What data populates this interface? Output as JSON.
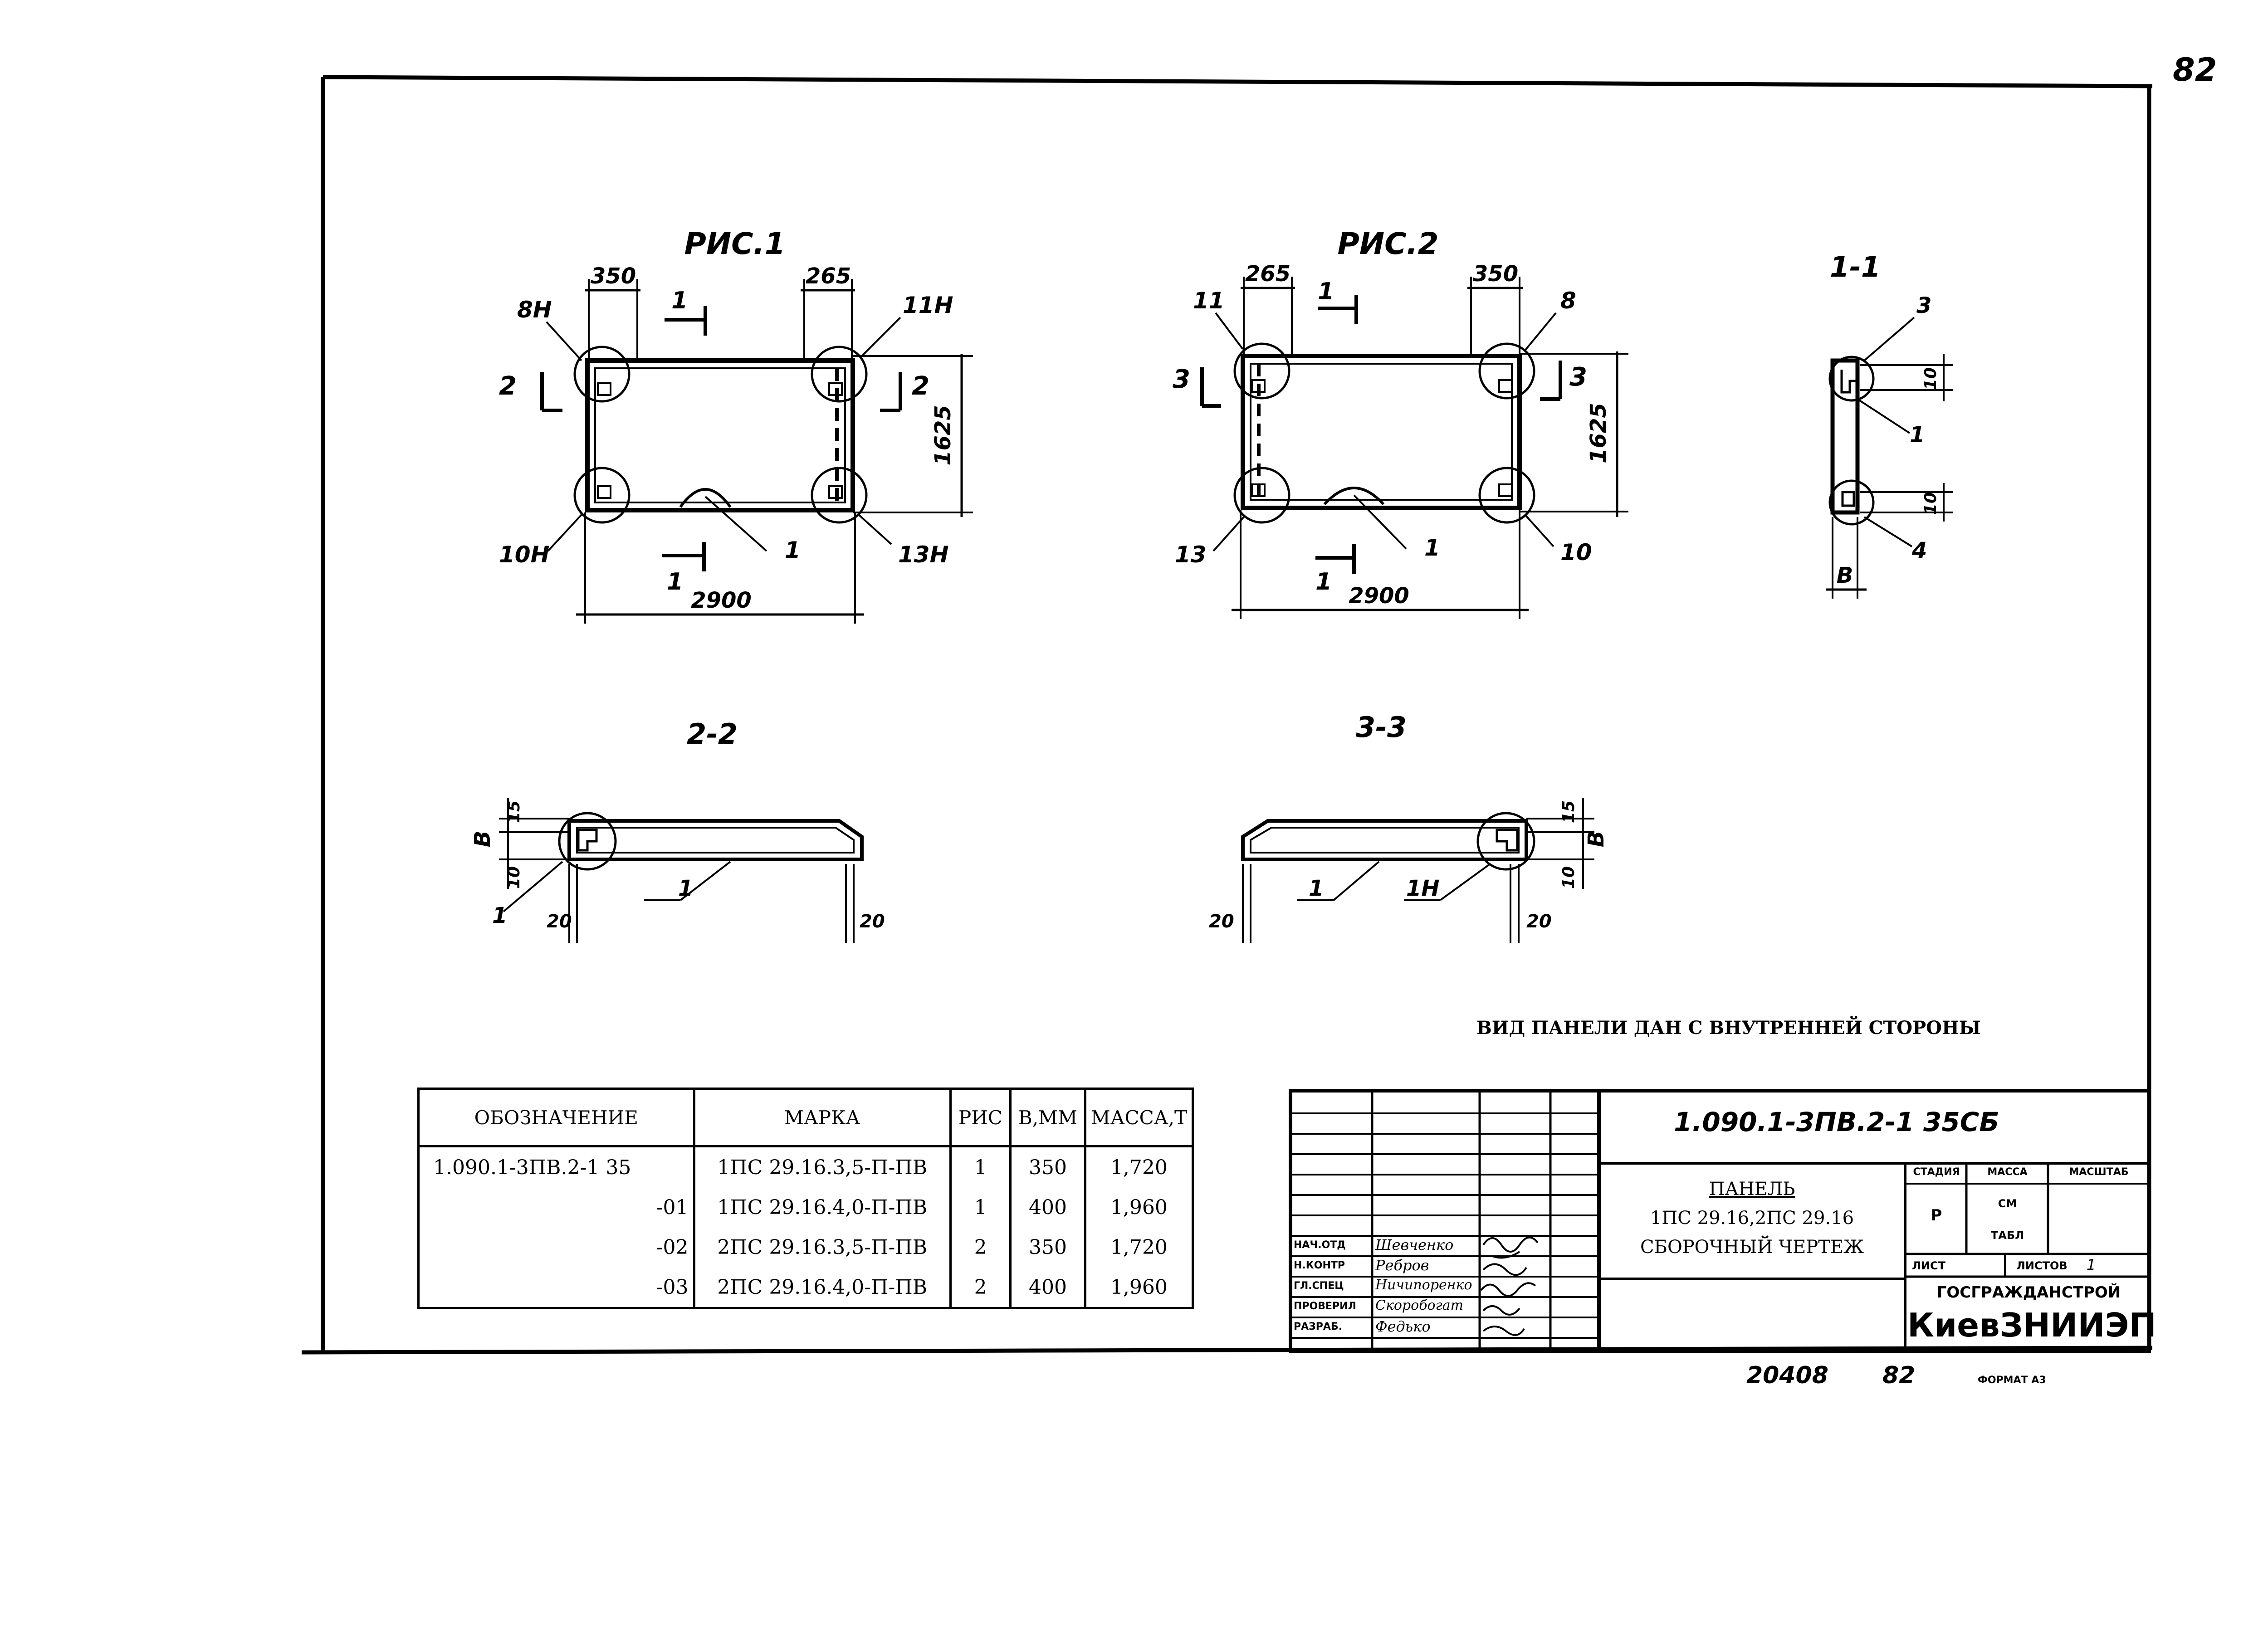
{
  "sheet": {
    "corner_number": "82",
    "note": "ВИД ПАНЕЛИ ДАН С ВНУТРЕННЕЙ СТОРОНЫ",
    "bottom_code": "20408",
    "bottom_page": "82",
    "format_label": "ФОРМАТ А3"
  },
  "fig1": {
    "title": "РИС.1",
    "dim_top_left": "350",
    "dim_top_right": "265",
    "dim_height": "1625",
    "dim_width": "2900",
    "callout_tl": "8Н",
    "callout_tr": "11Н",
    "callout_bl": "10Н",
    "callout_br": "13Н",
    "callout_mid": "1",
    "cut_top": "1",
    "cut_bottom": "1",
    "cut_left": "2",
    "cut_right": "2"
  },
  "fig2": {
    "title": "РИС.2",
    "dim_top_left": "265",
    "dim_top_right": "350",
    "dim_height": "1625",
    "dim_width": "2900",
    "callout_tl": "11",
    "callout_tr": "8",
    "callout_bl": "13",
    "callout_br": "10",
    "callout_mid": "1",
    "cut_top": "1",
    "cut_bottom": "1",
    "cut_left": "3",
    "cut_right": "3"
  },
  "sec11": {
    "title": "1-1",
    "c3": "3",
    "c1": "1",
    "c4": "4",
    "d1": "10",
    "d2": "10",
    "dim_b": "В"
  },
  "sec22": {
    "title": "2-2",
    "d15": "15",
    "dim_b": "В",
    "d10": "10",
    "c1a": "1",
    "c1b": "1",
    "d20a": "20",
    "d20b": "20"
  },
  "sec33": {
    "title": "3-3",
    "d15": "15",
    "dim_b": "В",
    "d10": "10",
    "c1": "1",
    "c1n": "1Н",
    "d20a": "20",
    "d20b": "20"
  },
  "spec": {
    "headers": [
      "ОБОЗНАЧЕНИЕ",
      "МАРКА",
      "РИС",
      "В,ММ",
      "МАССА,Т"
    ],
    "rows": [
      [
        "1.090.1-3ПВ.2-1 35",
        "1ПС 29.16.3,5-П-ПВ",
        "1",
        "350",
        "1,720"
      ],
      [
        "-01",
        "1ПС 29.16.4,0-П-ПВ",
        "1",
        "400",
        "1,960"
      ],
      [
        "-02",
        "2ПС 29.16.3,5-П-ПВ",
        "2",
        "350",
        "1,720"
      ],
      [
        "-03",
        "2ПС 29.16.4,0-П-ПВ",
        "2",
        "400",
        "1,960"
      ]
    ]
  },
  "titleblock": {
    "doc_code": "1.090.1-3ПВ.2-1 35СБ",
    "name_line1": "ПАНЕЛЬ",
    "name_line2": "1ПС 29.16,2ПС 29.16",
    "name_line3": "СБОРОЧНЫЙ ЧЕРТЕЖ",
    "stage_label": "СТАДИЯ",
    "mass_label": "МАССА",
    "scale_label": "МАСШТАБ",
    "stage_value": "Р",
    "mass_value_1": "СМ",
    "mass_value_2": "ТАБЛ",
    "sheet_label": "ЛИСТ",
    "sheets_label": "ЛИСТОВ",
    "sheets_value": "1",
    "org_line1": "ГОСГРАЖДАНСТРОЙ",
    "org_line2": "КиевЗНИИЭП",
    "signers": [
      {
        "role": "НАЧ.ОТД",
        "name": "Шевченко"
      },
      {
        "role": "Н.КОНТР",
        "name": "Ребров"
      },
      {
        "role": "ГЛ.СПЕЦ",
        "name": "Ничипоренко"
      },
      {
        "role": "ПРОВЕРИЛ",
        "name": "Скоробогат"
      },
      {
        "role": "РАЗРАБ.",
        "name": "Федько"
      }
    ]
  }
}
